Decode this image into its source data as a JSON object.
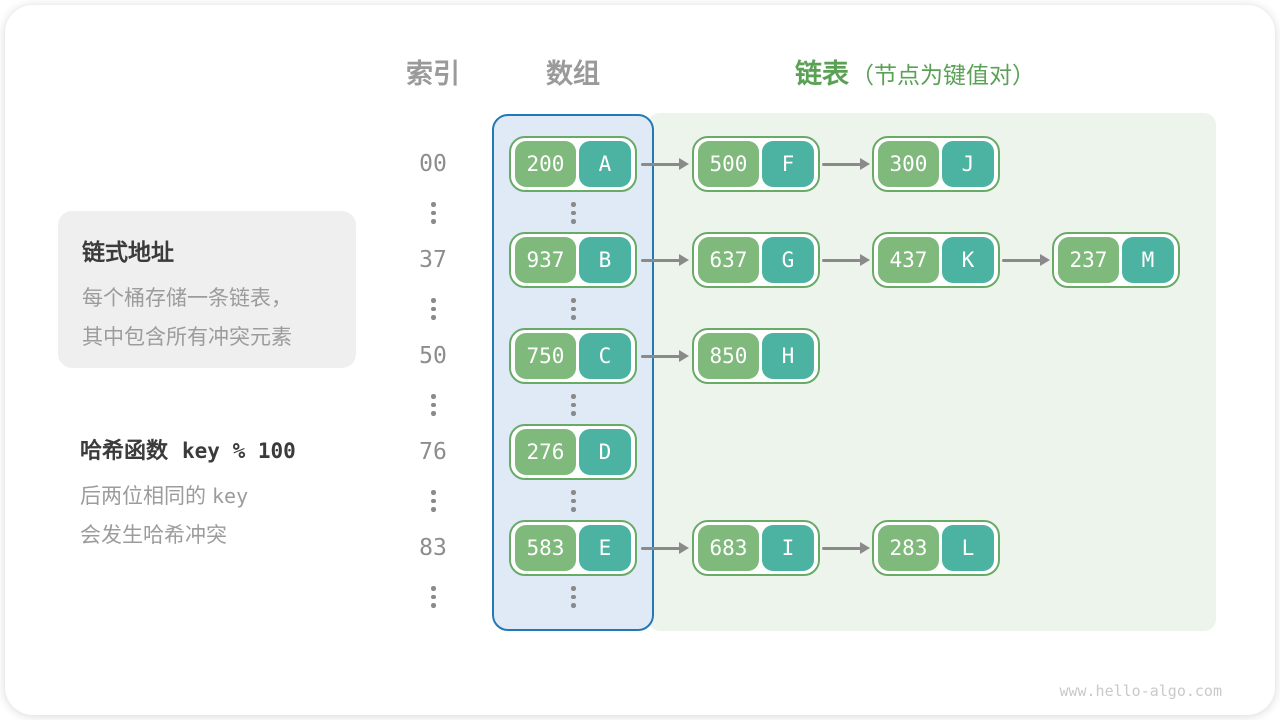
{
  "header": {
    "index": "索引",
    "array": "数组",
    "list": "链表",
    "list_note": "（节点为键值对）"
  },
  "notes": {
    "card_title": "链式地址",
    "card_line1": "每个桶存储一条链表，",
    "card_line2": "其中包含所有冲突元素",
    "hash_label": "哈希函数",
    "hash_formula": "key % 100",
    "hash_line1_text": "后两位相同的",
    "hash_line1_code": "key",
    "hash_line2": "会发生哈希冲突"
  },
  "buckets": [
    {
      "index": "00",
      "chain": [
        {
          "key": "200",
          "value": "A"
        },
        {
          "key": "500",
          "value": "F"
        },
        {
          "key": "300",
          "value": "J"
        }
      ]
    },
    {
      "index": "37",
      "chain": [
        {
          "key": "937",
          "value": "B"
        },
        {
          "key": "637",
          "value": "G"
        },
        {
          "key": "437",
          "value": "K"
        },
        {
          "key": "237",
          "value": "M"
        }
      ]
    },
    {
      "index": "50",
      "chain": [
        {
          "key": "750",
          "value": "C"
        },
        {
          "key": "850",
          "value": "H"
        }
      ]
    },
    {
      "index": "76",
      "chain": [
        {
          "key": "276",
          "value": "D"
        }
      ]
    },
    {
      "index": "83",
      "chain": [
        {
          "key": "583",
          "value": "E"
        },
        {
          "key": "683",
          "value": "I"
        },
        {
          "key": "283",
          "value": "L"
        }
      ]
    }
  ],
  "watermark": "www.hello-algo.com",
  "colors": {
    "accent_green": "#5ba155",
    "node_green": "#7fb97c",
    "node_teal": "#4cb3a3",
    "node_border": "#69aa67",
    "array_border": "#2478b5",
    "array_fill": "#dfeaf6",
    "list_fill": "#edf4ec",
    "arrow_gray": "#8a8a8a",
    "text_dark": "#3b3b3b",
    "text_gray": "#9c9c9c",
    "index_gray": "#8d8d8d",
    "watermark_gray": "#c9c9c9"
  }
}
